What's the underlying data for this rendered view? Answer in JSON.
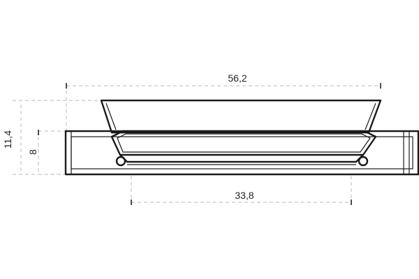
{
  "dimensions": {
    "outer_diameter": "56,2",
    "inner_diameter": "33,8",
    "total_height": "11,4",
    "body_height": "8"
  },
  "colors": {
    "line": "#1a1a1a",
    "dimension_line": "#b8b8b8",
    "background": "#ffffff"
  }
}
